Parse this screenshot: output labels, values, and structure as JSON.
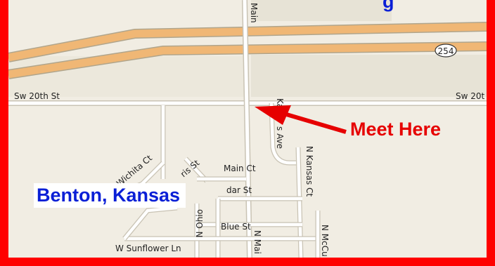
{
  "map": {
    "top_fragment_text": "g",
    "city_label": "Benton, Kansas",
    "meet_label": "Meet Here",
    "highway_shield": "254",
    "streets": {
      "main_top": "Main",
      "sw_20th_left": "Sw 20th St",
      "sw_20th_right": "Sw 20t",
      "kansas_ave_1": "Ka",
      "kansas_ave_2": "s Ave",
      "n_kansas_ct": "N Kansas Ct",
      "wichita_ct": "Wichita Ct",
      "harris_st": "ris St",
      "main_ct": "Main Ct",
      "cedar_st": "dar St",
      "blue_st": "Blue St",
      "n_ohio": "N Ohio",
      "w_sunflower_ln": "W Sunflower Ln",
      "n_main_bottom": "N Mai",
      "n_mccu": "N McCu"
    },
    "colors": {
      "frame": "#ff0000",
      "land": "#f1ede3",
      "shaded_block": "#e7e3d6",
      "highway": "#f0b775",
      "road": "#ffffff",
      "arrow": "#e60000",
      "city_text": "#0a1fd6"
    }
  }
}
